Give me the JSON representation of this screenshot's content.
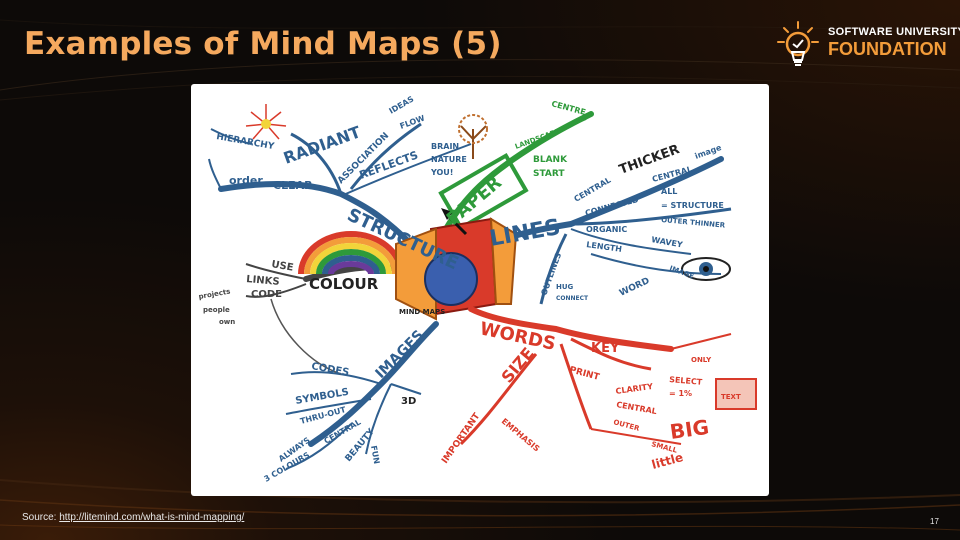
{
  "slide": {
    "title": "Examples of Mind Maps (5)",
    "page_number": "17"
  },
  "logo": {
    "line1": "SOFTWARE UNIVERSITY",
    "line2": "FOUNDATION"
  },
  "source": {
    "prefix": "Source: ",
    "link_text": "http://litemind.com/what-is-mind-mapping/"
  },
  "mind_map": {
    "center": "MIND MAPS",
    "branches": {
      "structure": {
        "label": "STRUCTURE",
        "color": "#2f5f8f",
        "items": [
          "RADIANT",
          "HIERARCHY",
          "order",
          "CLEAR",
          "ASSOCIATION",
          "REFLECTS",
          "BRAIN",
          "NATURE",
          "YOU!",
          "IDEAS",
          "FLOW"
        ]
      },
      "paper": {
        "label": "PAPER",
        "color": "#2e9a3a",
        "items": [
          "CENTRE",
          "LANDSCAPE",
          "BLANK",
          "START"
        ]
      },
      "lines": {
        "label": "LINES",
        "color": "#2f5f8f",
        "items": [
          "THICKER",
          "image",
          "CENTRAL",
          "CONNECTED",
          "CENTRAL",
          "ALL",
          "= STRUCTURE",
          "OUTER THINNER",
          "ORGANIC",
          "WAVEY",
          "LENGTH",
          "WORD",
          "IMAGE",
          "OUTLINES",
          "HUG",
          "CONNECT"
        ]
      },
      "colour": {
        "label": "COLOUR",
        "color": "#444444",
        "items": [
          "USE",
          "LINKS",
          "CODE",
          "projects",
          "people",
          "own"
        ]
      },
      "words": {
        "label": "WORDS",
        "color": "#d93a2a",
        "items": [
          "KEY",
          "ONLY",
          "SELECT",
          "= 1%",
          "TEXT",
          "PRINT",
          "CLARITY",
          "CENTRAL",
          "OUTER",
          "BIG",
          "SMALL",
          "little",
          "SIZE",
          "IMPORTANT",
          "EMPHASIS"
        ]
      },
      "images": {
        "label": "IMAGES",
        "color": "#2f5f8f",
        "items": [
          "CODES",
          "SYMBOLS",
          "THRU-OUT",
          "CENTRAL",
          "ALWAYS",
          "3 COLOURS",
          "BEAUTY",
          "FUN",
          "3D"
        ]
      }
    }
  }
}
